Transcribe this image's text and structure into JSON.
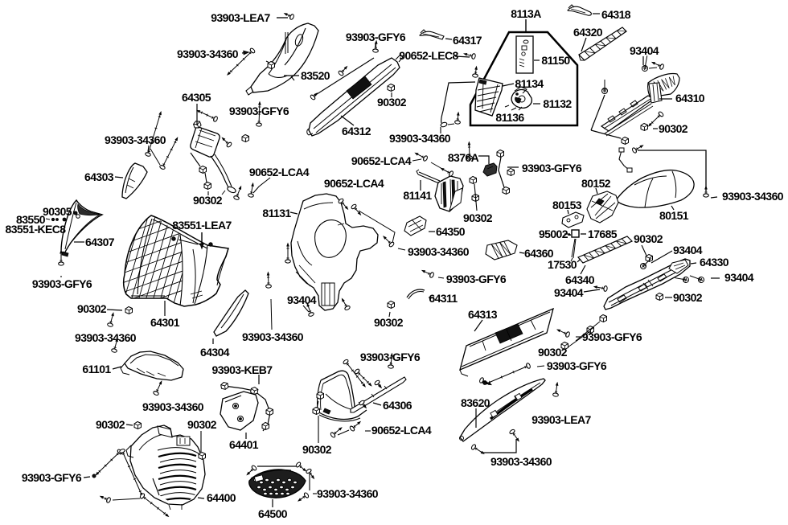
{
  "figure": {
    "type": "exploded-parts-diagram",
    "background": "#ffffff",
    "ink": "#000000",
    "assembly_callout": "8113A"
  },
  "labels": [
    {
      "id": 0,
      "text": "93903-LEA7"
    },
    {
      "id": 1,
      "text": "8113A"
    },
    {
      "id": 2,
      "text": "64318"
    },
    {
      "id": 3,
      "text": "93903-GFY6"
    },
    {
      "id": 4,
      "text": "64317"
    },
    {
      "id": 5,
      "text": "64320"
    },
    {
      "id": 6,
      "text": "90652-LEC8"
    },
    {
      "id": 7,
      "text": "93404"
    },
    {
      "id": 8,
      "text": "93903-34360"
    },
    {
      "id": 9,
      "text": "81150"
    },
    {
      "id": 10,
      "text": "83520"
    },
    {
      "id": 11,
      "text": "81134"
    },
    {
      "id": 12,
      "text": "64310"
    },
    {
      "id": 13,
      "text": "90302"
    },
    {
      "id": 14,
      "text": "81132"
    },
    {
      "id": 15,
      "text": "93903-GFY6"
    },
    {
      "id": 16,
      "text": "81136"
    },
    {
      "id": 17,
      "text": "64312"
    },
    {
      "id": 18,
      "text": "93903-34360"
    },
    {
      "id": 19,
      "text": "90302"
    },
    {
      "id": 20,
      "text": "64305"
    },
    {
      "id": 21,
      "text": "93903-34360"
    },
    {
      "id": 22,
      "text": "90652-LCA4"
    },
    {
      "id": 23,
      "text": "8376A"
    },
    {
      "id": 24,
      "text": "93903-GFY6"
    },
    {
      "id": 25,
      "text": "80152"
    },
    {
      "id": 26,
      "text": "93903-34360"
    },
    {
      "id": 27,
      "text": "64303"
    },
    {
      "id": 28,
      "text": "90652-LCA4"
    },
    {
      "id": 29,
      "text": "90652-LCA4"
    },
    {
      "id": 30,
      "text": "81141"
    },
    {
      "id": 31,
      "text": "80153"
    },
    {
      "id": 32,
      "text": "90305"
    },
    {
      "id": 33,
      "text": "83550"
    },
    {
      "id": 34,
      "text": "83551-KEC8"
    },
    {
      "id": 35,
      "text": "83551-LEA7"
    },
    {
      "id": 36,
      "text": "81131"
    },
    {
      "id": 37,
      "text": "90302"
    },
    {
      "id": 38,
      "text": "90302"
    },
    {
      "id": 39,
      "text": "64350"
    },
    {
      "id": 40,
      "text": "80151"
    },
    {
      "id": 41,
      "text": "90302"
    },
    {
      "id": 42,
      "text": "95002-"
    },
    {
      "id": 43,
      "text": "17685"
    },
    {
      "id": 44,
      "text": "64307"
    },
    {
      "id": 45,
      "text": "93903-34360"
    },
    {
      "id": 46,
      "text": "64360"
    },
    {
      "id": 47,
      "text": "93404"
    },
    {
      "id": 48,
      "text": "64330"
    },
    {
      "id": 49,
      "text": "17530"
    },
    {
      "id": 50,
      "text": "93903-GFY6"
    },
    {
      "id": 51,
      "text": "93903-GFY6"
    },
    {
      "id": 52,
      "text": "64311"
    },
    {
      "id": 53,
      "text": "64340"
    },
    {
      "id": 54,
      "text": "93404"
    },
    {
      "id": 55,
      "text": "93404"
    },
    {
      "id": 56,
      "text": "90302"
    },
    {
      "id": 57,
      "text": "90302"
    },
    {
      "id": 58,
      "text": "93404"
    },
    {
      "id": 59,
      "text": "64301"
    },
    {
      "id": 60,
      "text": "90302"
    },
    {
      "id": 61,
      "text": "64313"
    },
    {
      "id": 62,
      "text": "93903-34360"
    },
    {
      "id": 63,
      "text": "93903-34360"
    },
    {
      "id": 64,
      "text": "64304"
    },
    {
      "id": 65,
      "text": "93903-GFY6"
    },
    {
      "id": 66,
      "text": "90302"
    },
    {
      "id": 67,
      "text": "61101"
    },
    {
      "id": 68,
      "text": "93903-KEB7"
    },
    {
      "id": 69,
      "text": "93903-GFY6"
    },
    {
      "id": 70,
      "text": "93903-GFY6"
    },
    {
      "id": 71,
      "text": "64306"
    },
    {
      "id": 72,
      "text": "90652-LCA4"
    },
    {
      "id": 73,
      "text": "83620"
    },
    {
      "id": 74,
      "text": "93903-LEA7"
    },
    {
      "id": 75,
      "text": "90302"
    },
    {
      "id": 76,
      "text": "90302"
    },
    {
      "id": 77,
      "text": "90302"
    },
    {
      "id": 78,
      "text": "64401"
    },
    {
      "id": 79,
      "text": "93903-34360"
    },
    {
      "id": 80,
      "text": "93903-34360"
    },
    {
      "id": 81,
      "text": "93903-GFY6"
    },
    {
      "id": 82,
      "text": "64400"
    },
    {
      "id": 83,
      "text": "93903-34360"
    },
    {
      "id": 84,
      "text": "64500"
    }
  ],
  "part_numbers": [
    "17530",
    "17685",
    "61101",
    "64301",
    "64303",
    "64304",
    "64305",
    "64306",
    "64307",
    "64310",
    "64311",
    "64312",
    "64313",
    "64317",
    "64318",
    "64320",
    "64330",
    "64340",
    "64350",
    "64360",
    "64400",
    "64401",
    "64500",
    "80151",
    "80152",
    "80153",
    "81131",
    "81132",
    "81134",
    "81136",
    "8113A",
    "81141",
    "81150",
    "83520",
    "83550",
    "83551-KEC8",
    "83551-LEA7",
    "83620",
    "8376A",
    "90302",
    "90305",
    "90652-LCA4",
    "90652-LEC8",
    "93404",
    "93903-34360",
    "93903-GFY6",
    "93903-KEB7",
    "93903-LEA7",
    "95002-"
  ]
}
